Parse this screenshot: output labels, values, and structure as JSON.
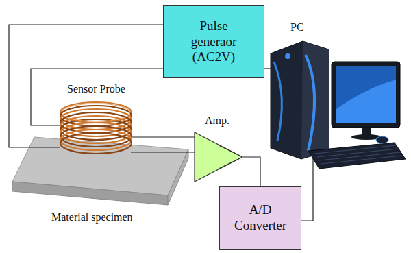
{
  "diagram": {
    "nodes": [
      {
        "text": [
          "Pulse generaor (AC2V)"
        ]
      },
      {
        "text": [
          "Sensor Probe"
        ]
      },
      {
        "text": [
          "Amp."
        ]
      },
      {
        "text": [
          "PC"
        ]
      },
      {
        "text": [
          "A/D Converter"
        ]
      }
    ],
    "edges": [
      {
        "from": 0,
        "to": 1,
        "arrow": "none"
      },
      {
        "from": 0,
        "to": 1,
        "arrow": "none"
      },
      {
        "from": 0,
        "to": 3,
        "arrow": "none"
      },
      {
        "from": 1,
        "to": 2,
        "arrow": "none"
      },
      {
        "from": 1,
        "to": 2,
        "arrow": "none"
      },
      {
        "from": 2,
        "to": 4,
        "arrow": "none"
      },
      {
        "from": 4,
        "to": 3,
        "arrow": "none"
      }
    ],
    "labels": [
      "Material specimen"
    ]
  }
}
